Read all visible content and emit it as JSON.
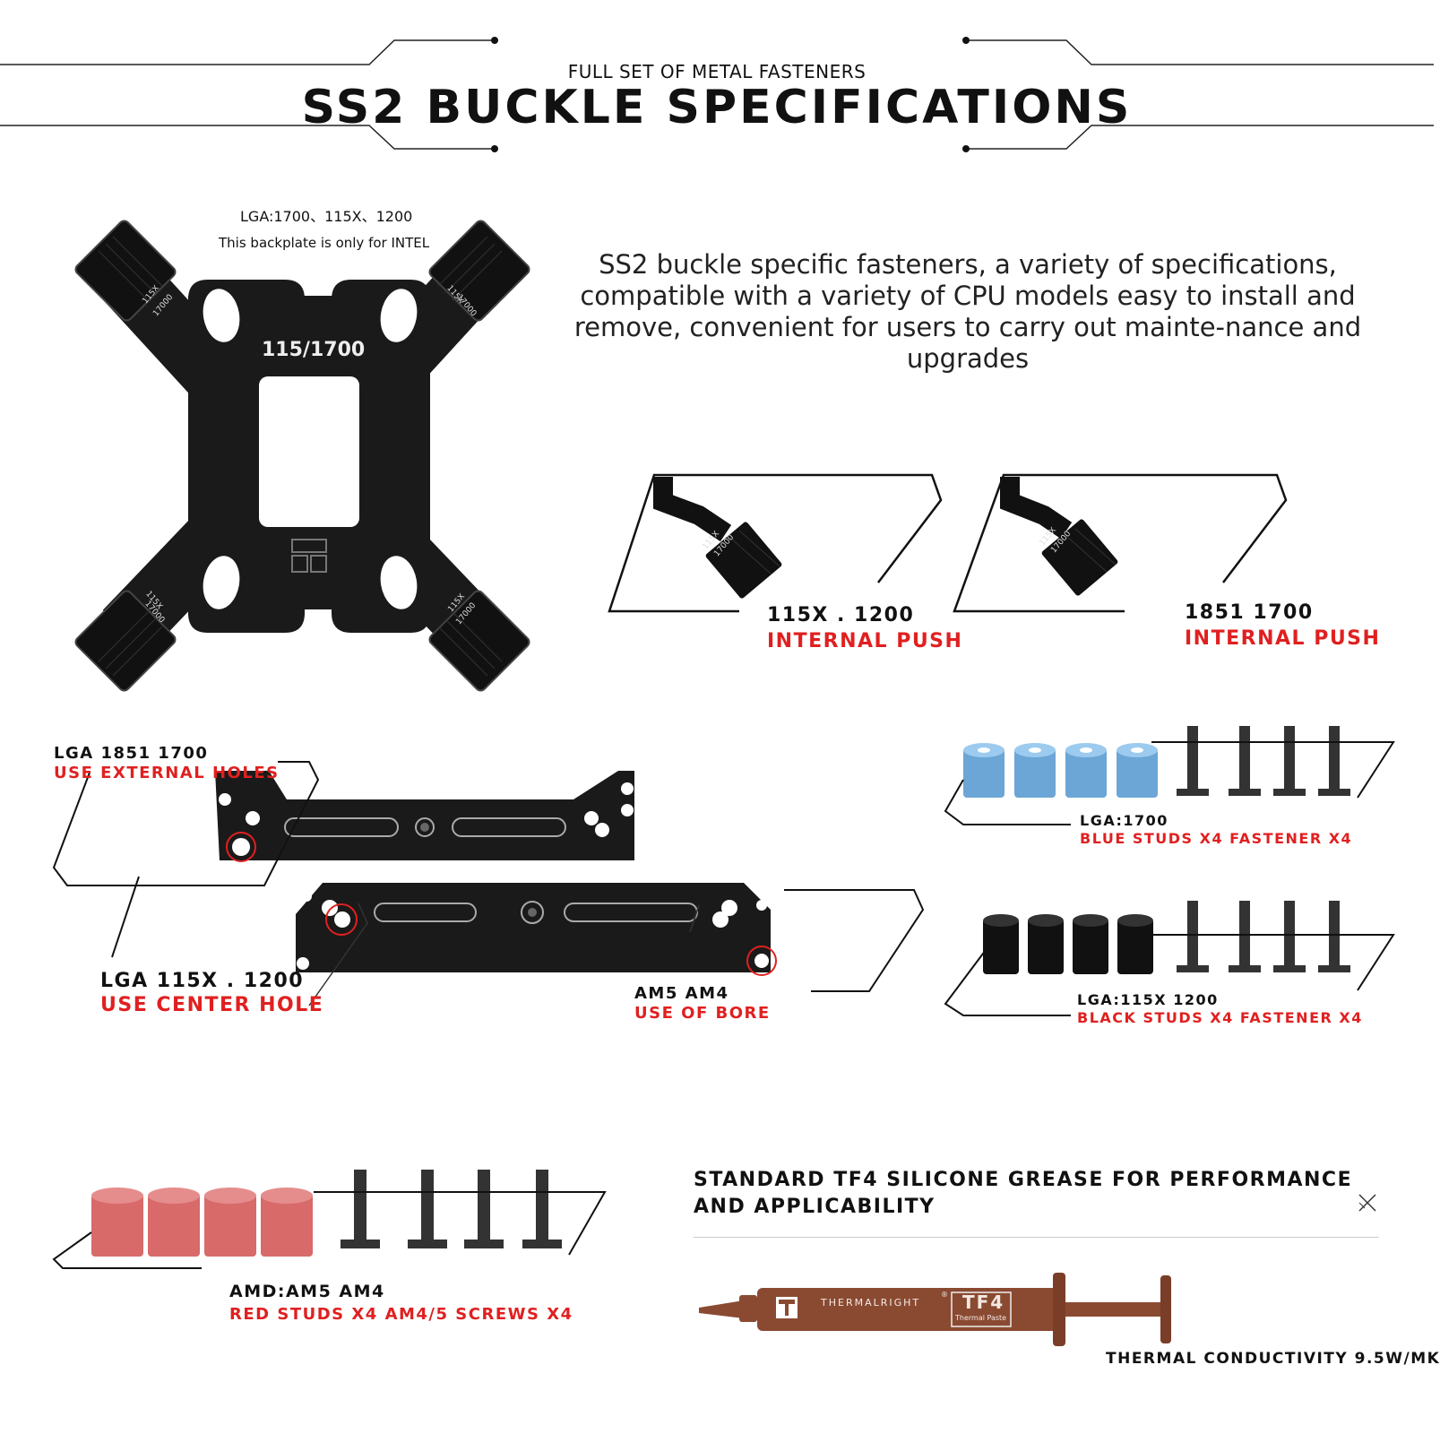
{
  "header": {
    "subtitle": "FULL SET OF METAL FASTENERS",
    "title": "SS2 BUCKLE SPECIFICATIONS"
  },
  "backplate": {
    "socket_label": "LGA:1700、115X、1200",
    "note": "This backplate is only for INTEL",
    "center_label": "115/1700",
    "corner_label_a": "115X",
    "corner_label_b": "17000"
  },
  "description": "SS2 buckle specific fasteners, a variety of specifications, compatible with a variety of CPU models easy to install and remove, convenient for users to carry out mainte-nance and upgrades",
  "push_left": {
    "title": "115X . 1200",
    "action": "INTERNAL PUSH"
  },
  "push_right": {
    "title": "1851 1700",
    "action": "INTERNAL PUSH"
  },
  "bracket_top": {
    "title": "LGA 1851 1700",
    "action": "USE EXTERNAL HOLES"
  },
  "bracket_center": {
    "title": "LGA 115X . 1200",
    "action": "USE CENTER HOLE"
  },
  "bracket_bore": {
    "title": "AM5 AM4",
    "action": "USE OF BORE"
  },
  "blue_kit": {
    "title": "LGA:1700",
    "contents": "BLUE STUDS X4 FASTENER X4",
    "stud_color": "#6ba6d6"
  },
  "black_kit": {
    "title": "LGA:115X 1200",
    "contents": "BLACK STUDS X4 FASTENER X4",
    "stud_color": "#111111"
  },
  "red_kit": {
    "title": "AMD:AM5 AM4",
    "contents": "RED STUDS X4 AM4/5 SCREWS X4",
    "stud_color": "#d86a6a"
  },
  "grease": {
    "heading_line1": "STANDARD TF4 SILICONE GREASE FOR PERFORMANCE",
    "heading_line2": "AND APPLICABILITY",
    "brand": "THERMALRIGHT",
    "registered": "®",
    "product": "TF4",
    "product_sub": "Thermal Paste",
    "conductivity": "THERMAL CONDUCTIVITY 9.5W/MK",
    "syringe_color": "#8a4a32"
  },
  "colors": {
    "accent_red": "#e02020",
    "plate": "#1a1a1a",
    "line": "#222222"
  }
}
